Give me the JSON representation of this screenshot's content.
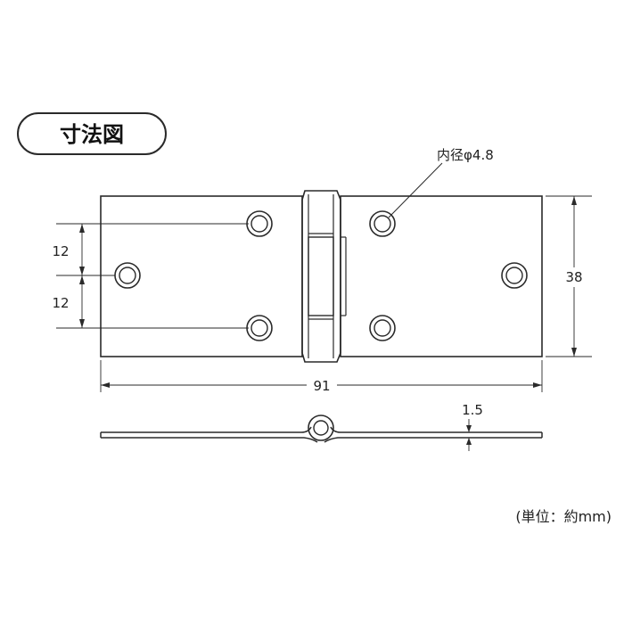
{
  "title": "寸法図",
  "dimensions": {
    "hole_diameter": "内径φ4.8",
    "spacing_upper": "12",
    "spacing_lower": "12",
    "height": "38",
    "width": "91",
    "thickness": "1.5"
  },
  "unit_note": "(単位：約mm)",
  "colors": {
    "line": "#2a2a2a",
    "text": "#222222",
    "background": "#ffffff"
  }
}
